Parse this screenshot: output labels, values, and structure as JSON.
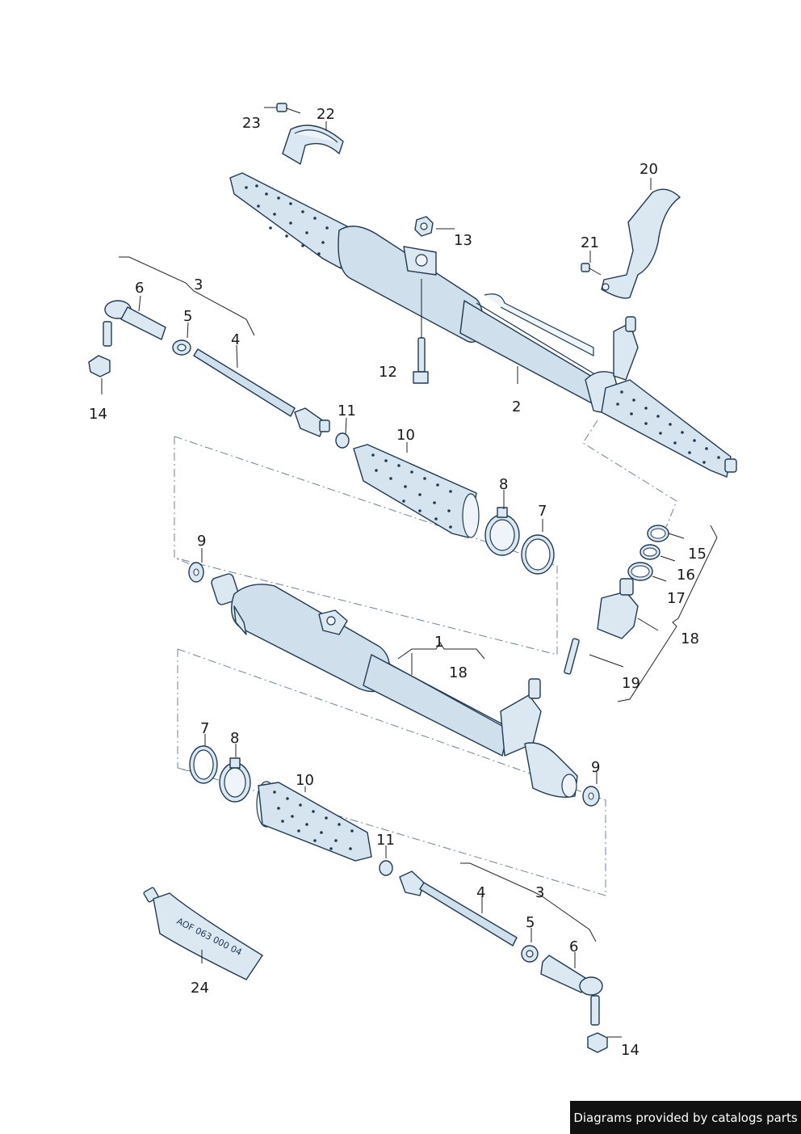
{
  "callouts": {
    "c1": "1",
    "c2": "2",
    "c3a": "3",
    "c3b": "3",
    "c4a": "4",
    "c4b": "4",
    "c5a": "5",
    "c5b": "5",
    "c6a": "6",
    "c6b": "6",
    "c7a": "7",
    "c7b": "7",
    "c8a": "8",
    "c8b": "8",
    "c9a": "9",
    "c9b": "9",
    "c10a": "10",
    "c10b": "10",
    "c11a": "11",
    "c11b": "11",
    "c12": "12",
    "c13": "13",
    "c14a": "14",
    "c14b": "14",
    "c15": "15",
    "c16": "16",
    "c17": "17",
    "c18a": "18",
    "c18b": "18",
    "c19": "19",
    "c20": "20",
    "c21": "21",
    "c22": "22",
    "c23": "23",
    "c24": "24"
  },
  "tube_label": "AOF 063 000 04",
  "footer": "Diagrams provided by catalogs parts",
  "colors": {
    "line": "#1f3a52",
    "fill": "#dbe7f1",
    "dash": "#6c8399",
    "footer_bg": "#111111"
  }
}
